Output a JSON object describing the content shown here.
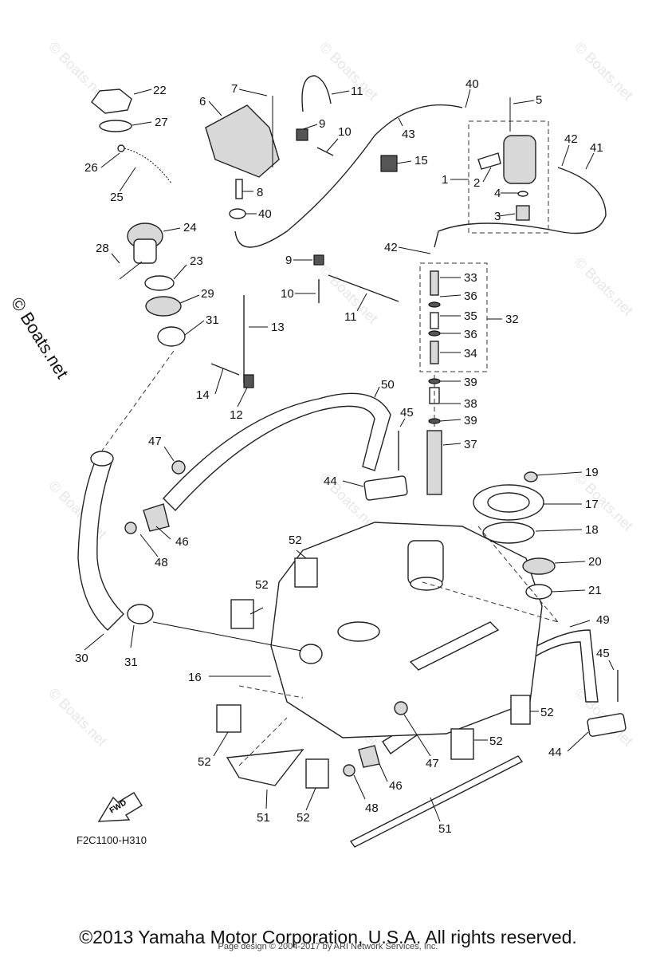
{
  "diagram": {
    "code": "F2C1100-H310",
    "fwd_label": "FWD",
    "side_watermark": "© Boats.net",
    "watermark": "© Boats.net",
    "labels": {
      "l22": "22",
      "l27": "27",
      "l26": "26",
      "l25": "25",
      "l24": "24",
      "l28": "28",
      "l23": "23",
      "l29": "29",
      "l31a": "31",
      "l6": "6",
      "l7": "7",
      "l8": "8",
      "l40a": "40",
      "l11a": "11",
      "l9a": "9",
      "l10a": "10",
      "l43": "43",
      "l15": "15",
      "l40b": "40",
      "l5": "5",
      "l42a": "42",
      "l41": "41",
      "l1": "1",
      "l2": "2",
      "l4": "4",
      "l3": "3",
      "l42b": "42",
      "l9b": "9",
      "l10b": "10",
      "l11b": "11",
      "l13": "13",
      "l14": "14",
      "l12": "12",
      "l33": "33",
      "l36a": "36",
      "l35": "35",
      "l36b": "36",
      "l34": "34",
      "l32": "32",
      "l39a": "39",
      "l38": "38",
      "l39b": "39",
      "l37": "37",
      "l50": "50",
      "l45a": "45",
      "l47a": "47",
      "l44a": "44",
      "l46a": "46",
      "l48a": "48",
      "l19": "19",
      "l17": "17",
      "l18": "18",
      "l20": "20",
      "l21": "21",
      "l52a": "52",
      "l52b": "52",
      "l30": "30",
      "l31b": "31",
      "l16": "16",
      "l49": "49",
      "l45b": "45",
      "l52c": "52",
      "l52d": "52",
      "l44b": "44",
      "l47b": "47",
      "l46b": "46",
      "l48b": "48",
      "l52e": "52",
      "l52f": "52",
      "l51a": "51",
      "l51b": "51"
    }
  },
  "footer": {
    "copyright": "©2013 Yamaha Motor Corporation, U.S.A. All rights reserved.",
    "credit": "Page design © 2004-2017 by ARI Network Services, Inc."
  }
}
